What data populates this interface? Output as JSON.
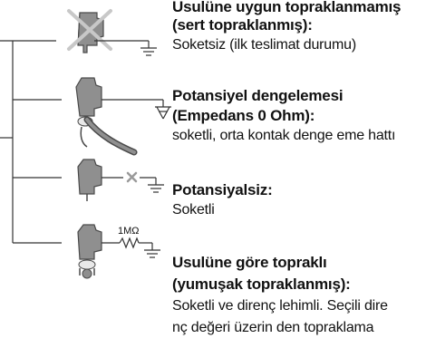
{
  "items": [
    {
      "title_line1": "Usulüne uygun topraklanmamış",
      "title_line2": "(sert topraklanmış):",
      "description_line1": "Soketsiz (ilk teslimat durumu)",
      "description_line2": ""
    },
    {
      "title_line1": "Potansiyel dengelemesi",
      "title_line2": "(Empedans 0 Ohm):",
      "description_line1": "soketli, orta kontak denge eme hattı",
      "description_line2": ""
    },
    {
      "title_line1": "Potansiyalsiz:",
      "title_line2": "",
      "description_line1": "Soketli",
      "description_line2": ""
    },
    {
      "title_line1": "Usulüne göre topraklı",
      "title_line2": "(yumuşak topraklanmış):",
      "description_line1": "Soketli ve direnç lehimli. Seçili dire",
      "description_line2": "nç değeri üzerin den topraklama"
    }
  ],
  "resistor_label": "1MΩ",
  "colors": {
    "line": "#333333",
    "connector_fill": "#8f8f8f",
    "connector_dark": "#4a4a4a",
    "cross": "#c8c8c8"
  }
}
